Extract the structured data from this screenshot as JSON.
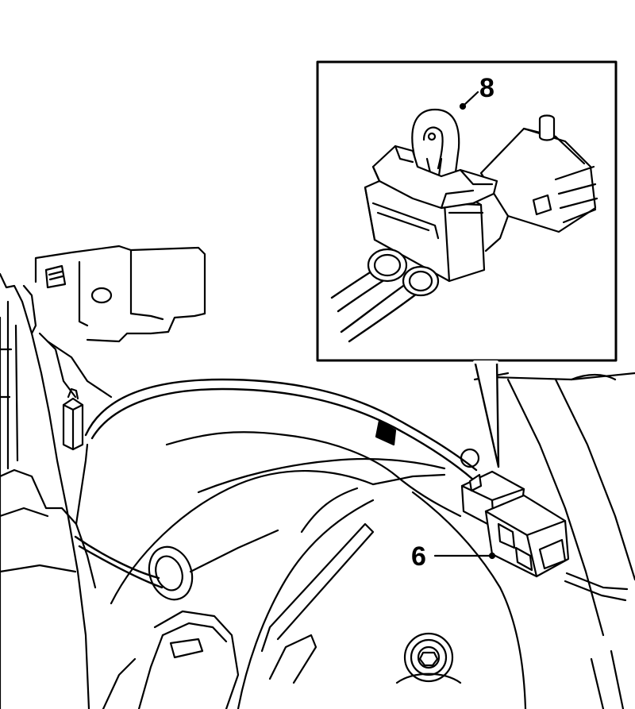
{
  "callouts": [
    {
      "id": "callout-8",
      "label": "8"
    },
    {
      "id": "callout-6",
      "label": "6"
    }
  ],
  "colors": {
    "line": "#000000",
    "fill": "#ffffff"
  }
}
